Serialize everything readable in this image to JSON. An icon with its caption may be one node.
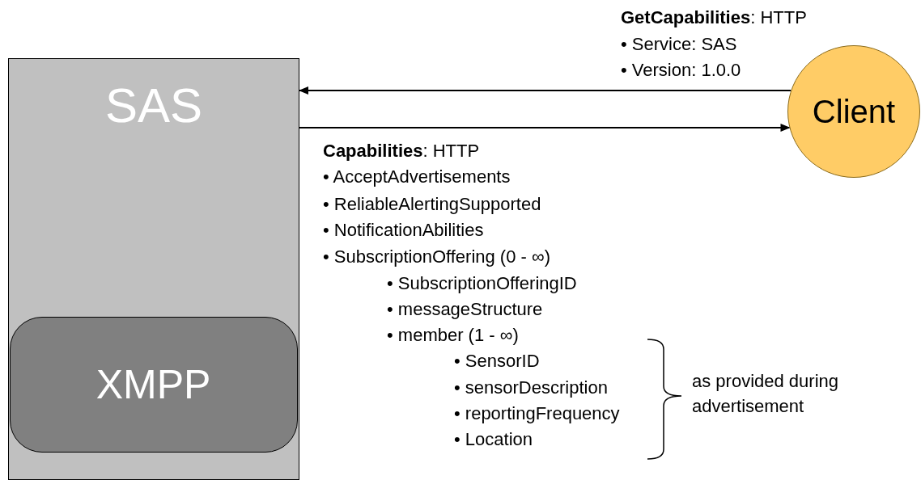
{
  "diagram": {
    "nodes": [
      {
        "text": [
          "SAS"
        ]
      },
      {
        "text": [
          "XMPP"
        ],
        "in": 0
      },
      {
        "text": [
          "Client"
        ]
      }
    ],
    "edges": [
      {
        "from": 2,
        "to": 0,
        "arrow": "to",
        "label": "**GetCapabilities**: HTTP"
      },
      {
        "from": 0,
        "to": 2,
        "arrow": "to",
        "label": "**Capabilities**: HTTP"
      }
    ],
    "labels": [
      "• Service: SAS",
      "• Version: 1.0.0",
      "• AcceptAdvertisements",
      "• ReliableAlertingSupported",
      "• NotificationAbilities",
      "• SubscriptionOffering (0 - ∞)",
      "• SubscriptionOfferingID",
      "• messageStructure",
      "• member (1 - ∞)",
      "• SensorID",
      "• sensorDescription",
      "• reportingFrequency",
      "• Location",
      "as provided during advertisement"
    ]
  }
}
